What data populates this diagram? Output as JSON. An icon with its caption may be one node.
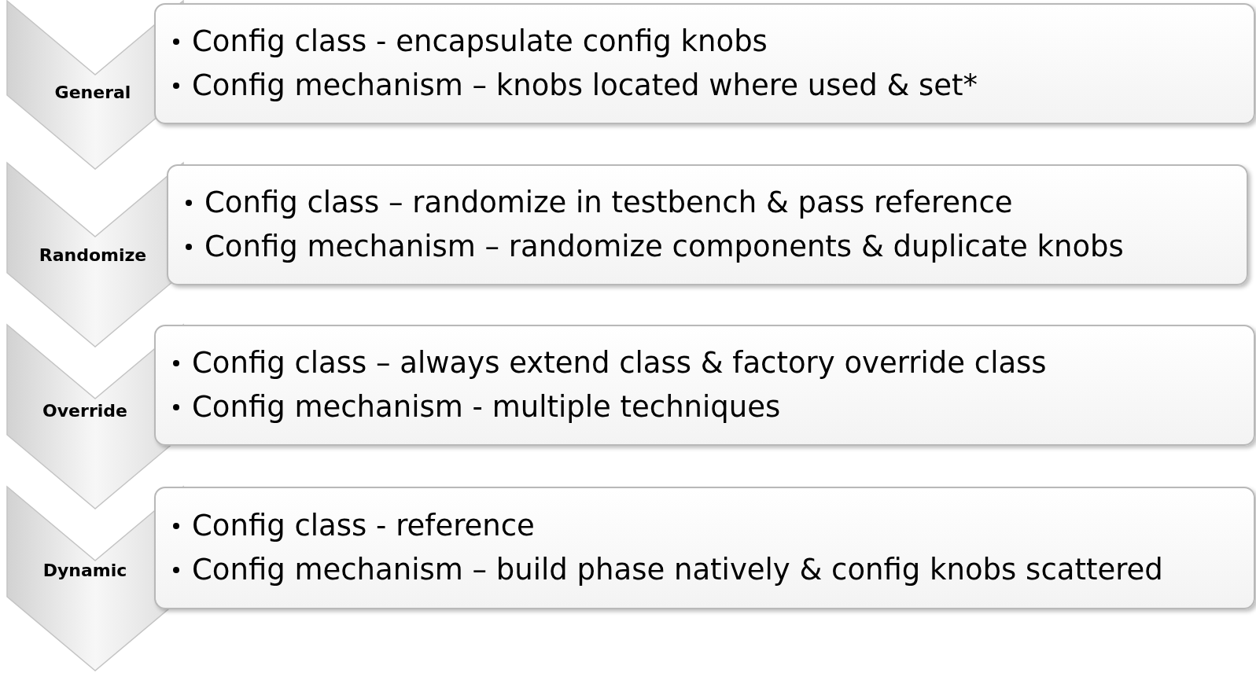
{
  "diagram": {
    "nodes": [
      {
        "text": [
          "General"
        ]
      },
      {
        "text": [
          "Config class - encapsulate config knobs",
          "Config mechanism – knobs located where used & set*"
        ]
      },
      {
        "text": [
          "Randomize"
        ]
      },
      {
        "text": [
          "Config class – randomize in testbench & pass reference",
          "Config mechanism – randomize components & duplicate knobs"
        ]
      },
      {
        "text": [
          "Override"
        ]
      },
      {
        "text": [
          "Config class – always extend class & factory override class",
          "Config mechanism -  multiple techniques"
        ]
      },
      {
        "text": [
          "Dynamic"
        ]
      },
      {
        "text": [
          "Config class - reference",
          "Config mechanism – build phase natively & config knobs scattered"
        ]
      }
    ]
  }
}
